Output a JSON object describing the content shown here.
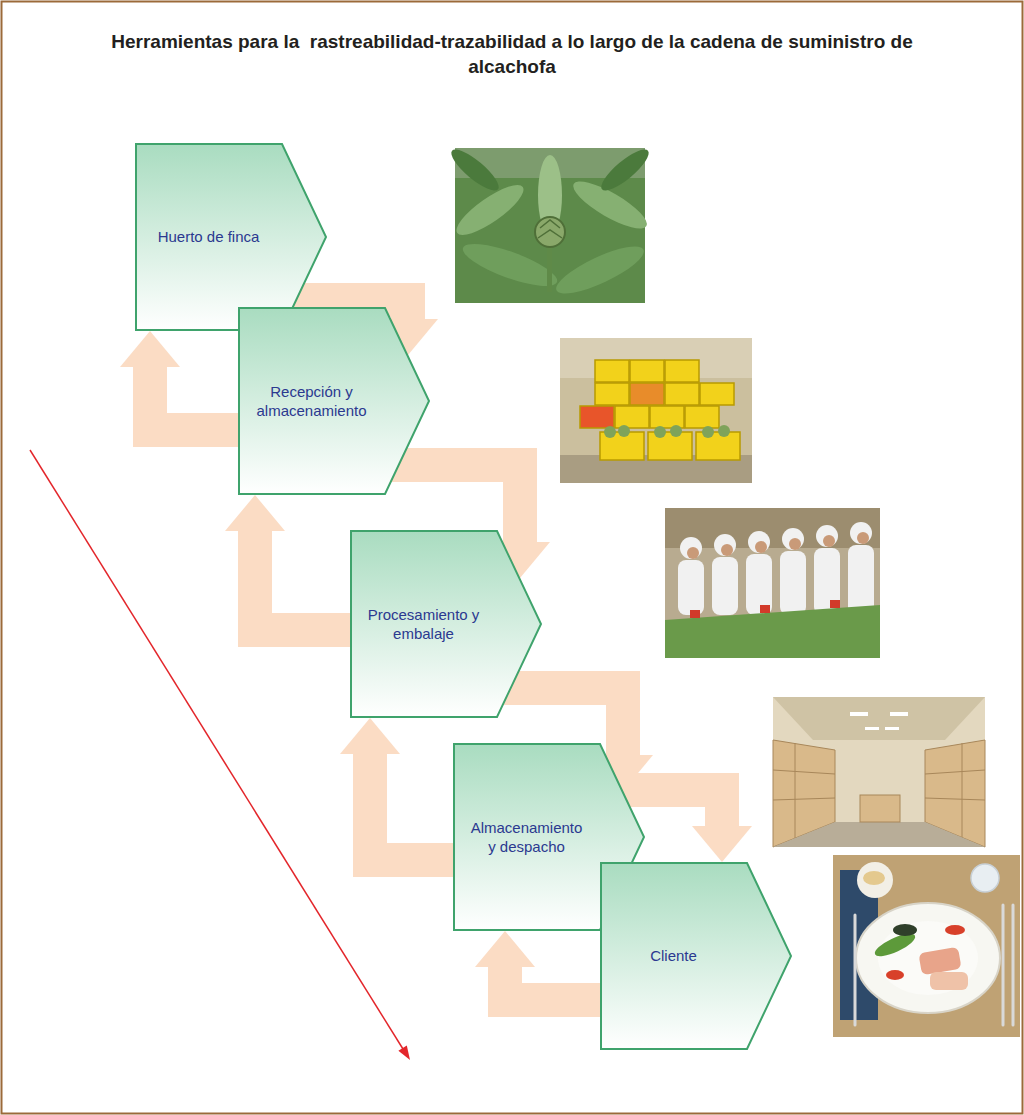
{
  "diagram": {
    "title": "Herramientas para la  rastreabilidad-trazabilidad a lo largo de la cadena de suministro de alcachofa",
    "nodes": [
      {
        "text": [
          "Huerto de finca"
        ]
      },
      {
        "text": [
          "Recepción y almacenamiento"
        ]
      },
      {
        "text": [
          "Procesamiento y embalaje"
        ]
      },
      {
        "text": [
          "Almacenamiento y despacho"
        ]
      },
      {
        "text": [
          "Cliente"
        ]
      }
    ],
    "edges": [
      {
        "from": 0,
        "to": 1,
        "arrow": "to"
      },
      {
        "from": 1,
        "to": 2,
        "arrow": "to"
      },
      {
        "from": 2,
        "to": 3,
        "arrow": "to"
      },
      {
        "from": 3,
        "to": 4,
        "arrow": "to"
      },
      {
        "from": 1,
        "to": 0,
        "arrow": "to"
      },
      {
        "from": 2,
        "to": 1,
        "arrow": "to"
      },
      {
        "from": 3,
        "to": 2,
        "arrow": "to"
      },
      {
        "from": 4,
        "to": 3,
        "arrow": "to"
      }
    ]
  }
}
